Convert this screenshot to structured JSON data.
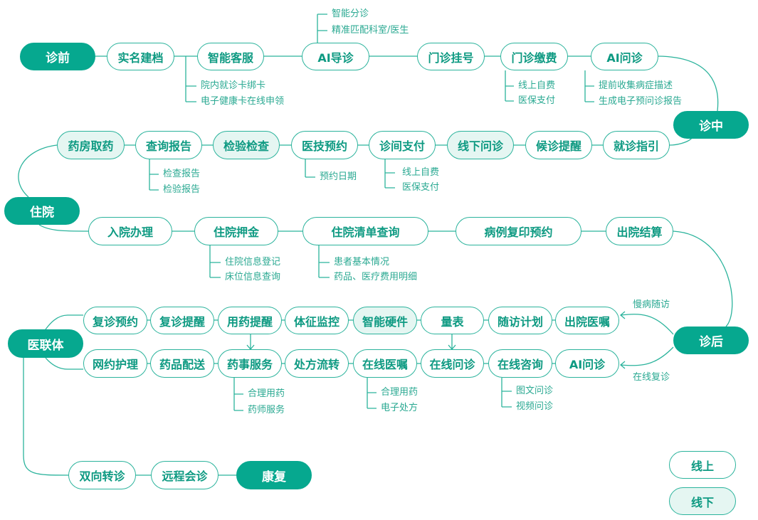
{
  "stages": {
    "pre": "诊前",
    "mid": "诊中",
    "hosp": "住院",
    "post": "诊后",
    "alliance": "医联体",
    "rehab": "康复"
  },
  "row1": [
    "实名建档",
    "智能客服",
    "AI导诊",
    "门诊挂号",
    "门诊缴费",
    "AI问诊"
  ],
  "row1_sub": {
    "guide": [
      "智能分诊",
      "精准匹配科室/医生"
    ],
    "service": [
      "院内就诊卡绑卡",
      "电子健康卡在线申领"
    ],
    "pay": [
      "线上自费",
      "医保支付"
    ],
    "ai": [
      "提前收集病症描述",
      "生成电子预问诊报告"
    ]
  },
  "row2": [
    "药房取药",
    "查询报告",
    "检验检查",
    "医技预约",
    "诊间支付",
    "线下问诊",
    "候诊提醒",
    "就诊指引"
  ],
  "row2_sub": {
    "report": [
      "检查报告",
      "检验报告"
    ],
    "appt": [
      "预约日期"
    ],
    "pay": [
      "线上自费",
      "医保支付"
    ]
  },
  "row3": [
    "入院办理",
    "住院押金",
    "住院清单查询",
    "病例复印预约",
    "出院结算"
  ],
  "row3_sub": {
    "deposit": [
      "住院信息登记",
      "床位信息查询"
    ],
    "list": [
      "患者基本情况",
      "药品、医疗费用明细"
    ]
  },
  "row4a": [
    "复诊预约",
    "复诊提醒",
    "用药提醒",
    "体征监控",
    "智能硬件",
    "量表",
    "随访计划",
    "出院医嘱"
  ],
  "row4b": [
    "网约护理",
    "药品配送",
    "药事服务",
    "处方流转",
    "在线医嘱",
    "在线问诊",
    "在线咨询",
    "AI问诊"
  ],
  "row4_sub": {
    "pharm": [
      "合理用药",
      "药师服务"
    ],
    "order": [
      "合理用药",
      "电子处方"
    ],
    "consult": [
      "图文问诊",
      "视频问诊"
    ]
  },
  "post_labels": [
    "慢病随访",
    "在线复诊"
  ],
  "row5": [
    "双向转诊",
    "远程会诊"
  ],
  "legend": {
    "online": "线上",
    "offline": "线下"
  },
  "colors": {
    "primary": "#06a88f",
    "light": "#e5f6f2",
    "line": "#2bb39c"
  }
}
